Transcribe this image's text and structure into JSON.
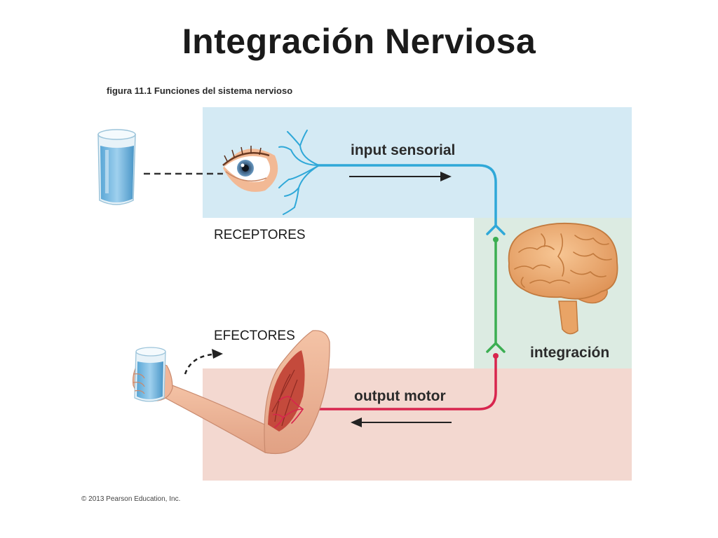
{
  "title": "Integración Nerviosa",
  "figure_caption": "figura 11.1  Funciones del sistema nervioso",
  "labels": {
    "input": "input sensorial",
    "output": "output motor",
    "integration": "integración",
    "receptors": "RECEPTORES",
    "effectors": "EFECTORES"
  },
  "copyright": "© 2013 Pearson Education, Inc.",
  "colors": {
    "sensory_zone": "#d4eaf4",
    "integration_zone": "#dcebe2",
    "motor_zone": "#f3d8d0",
    "sensory_pathway": "#2fa8d8",
    "integration_pathway": "#3cae52",
    "motor_pathway": "#d8254e",
    "brain": "#eaa86a"
  },
  "icons": [
    "water-glass-icon",
    "eye-icon",
    "brain-icon",
    "arm-holding-glass-icon",
    "direction-arrow-icon"
  ]
}
